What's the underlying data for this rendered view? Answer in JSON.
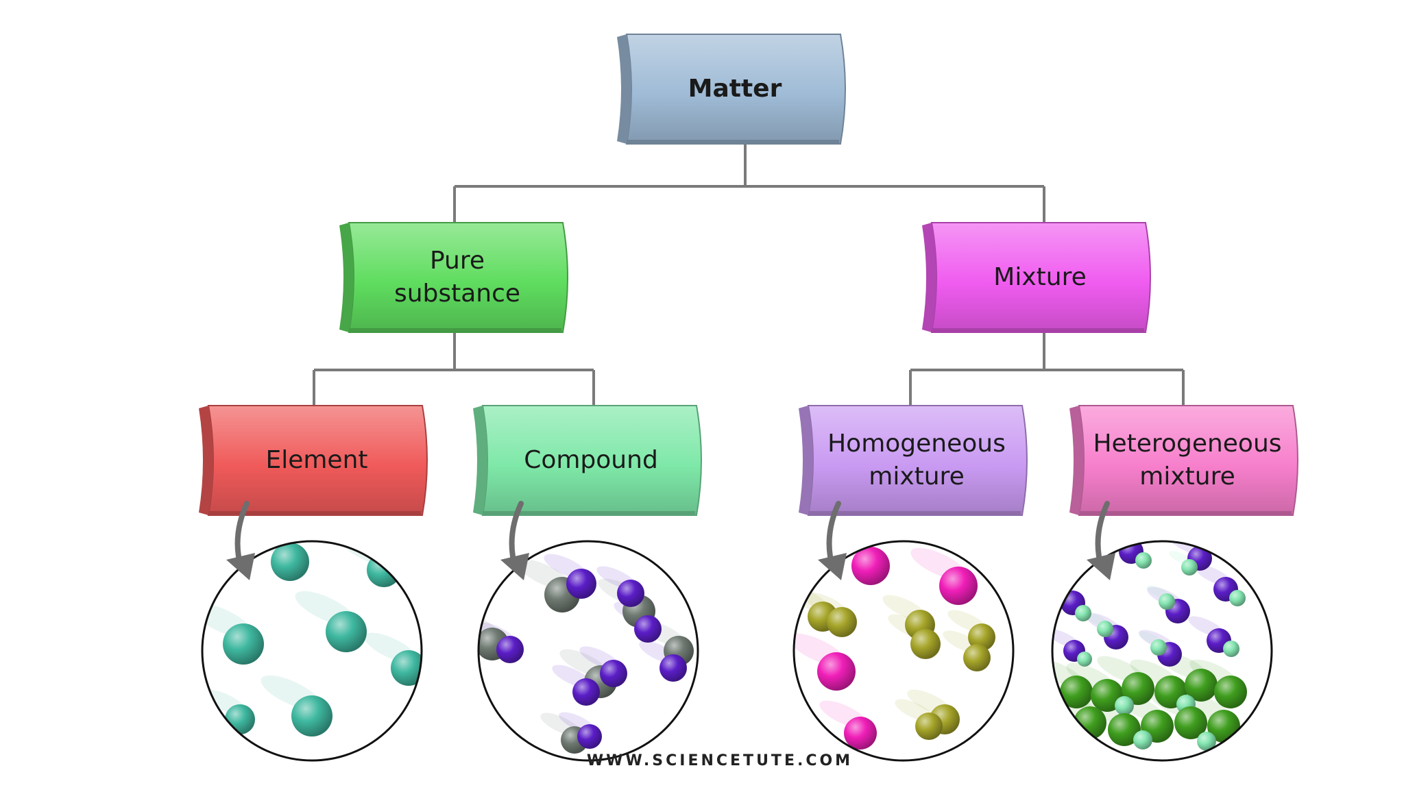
{
  "diagram": {
    "nodes": {
      "matter": {
        "label": "Matter"
      },
      "pure_substance": {
        "label": "Pure\nsubstance"
      },
      "mixture": {
        "label": "Mixture"
      },
      "element": {
        "label": "Element"
      },
      "compound": {
        "label": "Compound"
      },
      "homogeneous": {
        "label": "Homogeneous\nmixture"
      },
      "heterogeneous": {
        "label": "Heterogeneous\nmixture"
      }
    },
    "edges": [
      {
        "from": "matter",
        "to": "pure_substance"
      },
      {
        "from": "matter",
        "to": "mixture"
      },
      {
        "from": "pure_substance",
        "to": "element"
      },
      {
        "from": "pure_substance",
        "to": "compound"
      },
      {
        "from": "mixture",
        "to": "homogeneous"
      },
      {
        "from": "mixture",
        "to": "heterogeneous"
      }
    ],
    "node_colors": {
      "matter": "#9fbbd6",
      "pure_substance": "#5fdd5f",
      "mixture": "#f05cf0",
      "element": "#f05a5a",
      "compound": "#7ee8a8",
      "homogeneous": "#c99af2",
      "heterogeneous": "#f77fcc"
    },
    "particle_colors": {
      "teal": "#3fb8a0",
      "gray": "#6f7a72",
      "purple": "#5b1ec7",
      "magenta": "#f01fb8",
      "olive": "#a6a52a",
      "green": "#3f9e1e",
      "mint": "#86e6b2"
    },
    "magnifier_icon": "particle-view-circle"
  },
  "watermark": "WWW.SCIENCETUTE.COM"
}
